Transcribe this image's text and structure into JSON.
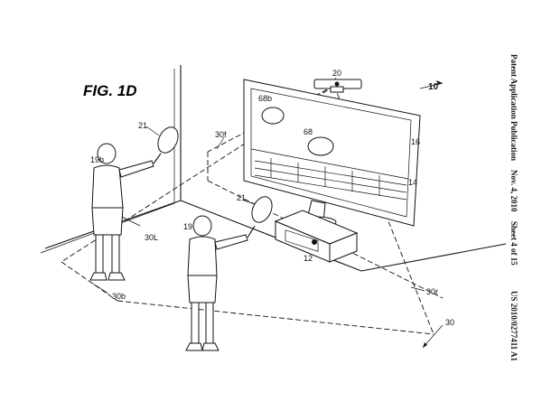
{
  "figure": {
    "title": "FIG. 1D"
  },
  "header": {
    "publication": "Patent Application Publication",
    "date": "Nov. 4, 2010",
    "sheet": "Sheet 4 of 15",
    "number": "US 2010/0277411 A1"
  },
  "refs": {
    "r10": "10",
    "r12": "12",
    "r14": "14",
    "r16": "16",
    "r19": "19",
    "r19b": "19b",
    "r20": "20",
    "r21a": "21",
    "r21b": "21",
    "r30": "30",
    "r30b": "30b",
    "r30f": "30f",
    "r30L": "30L",
    "r30r": "30r",
    "r68": "68",
    "r68b": "68b"
  }
}
